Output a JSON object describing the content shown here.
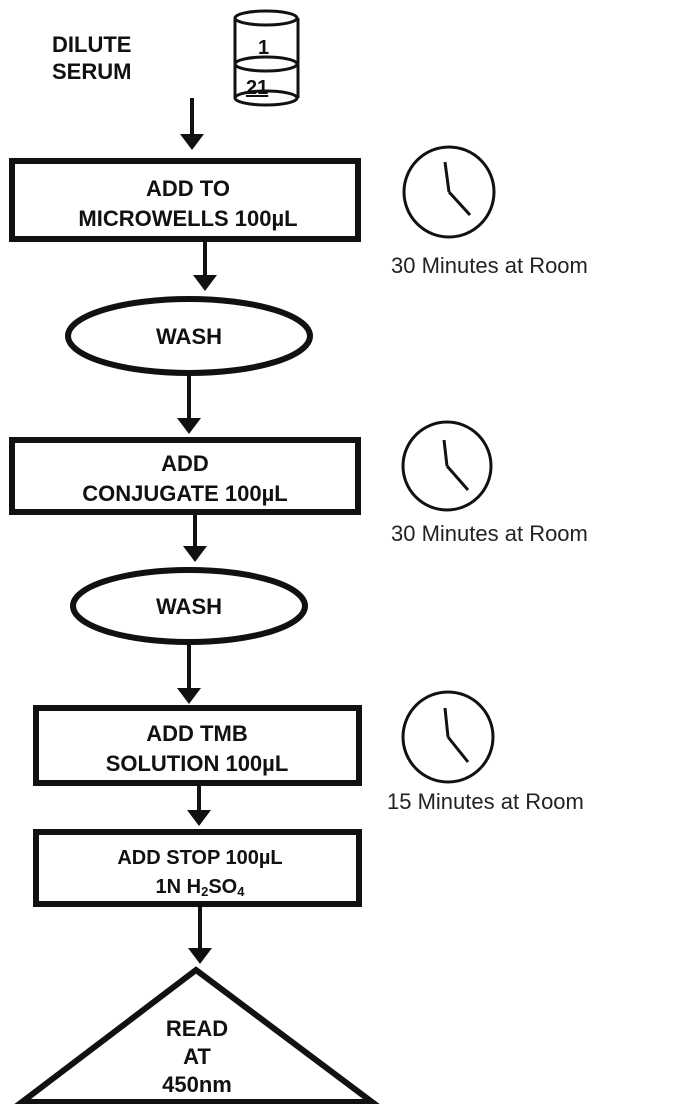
{
  "start": {
    "line1": "DILUTE",
    "line2": "SERUM"
  },
  "tube": {
    "upper": "1",
    "lower": "21"
  },
  "steps": {
    "add_microwells": {
      "line1": "ADD TO",
      "line2": "MICROWELLS 100µL"
    },
    "wash1": {
      "label": "WASH"
    },
    "add_conjugate": {
      "line1": "ADD",
      "line2": "CONJUGATE 100µL"
    },
    "wash2": {
      "label": "WASH"
    },
    "add_tmb": {
      "line1": "ADD TMB",
      "line2": "SOLUTION 100µL"
    },
    "add_stop": {
      "line1": "ADD STOP 100µL",
      "line2_prefix": "1N H",
      "line2_sub1": "2",
      "line2_mid": "SO",
      "line2_sub2": "4"
    },
    "read": {
      "line1": "READ",
      "line2": "AT",
      "line3": "450nm"
    }
  },
  "timers": [
    {
      "icon": "clock-icon",
      "text": "30 Minutes at Room"
    },
    {
      "icon": "clock-icon",
      "text": "30 Minutes at Room"
    },
    {
      "icon": "clock-icon",
      "text": "15 Minutes at Room"
    }
  ]
}
